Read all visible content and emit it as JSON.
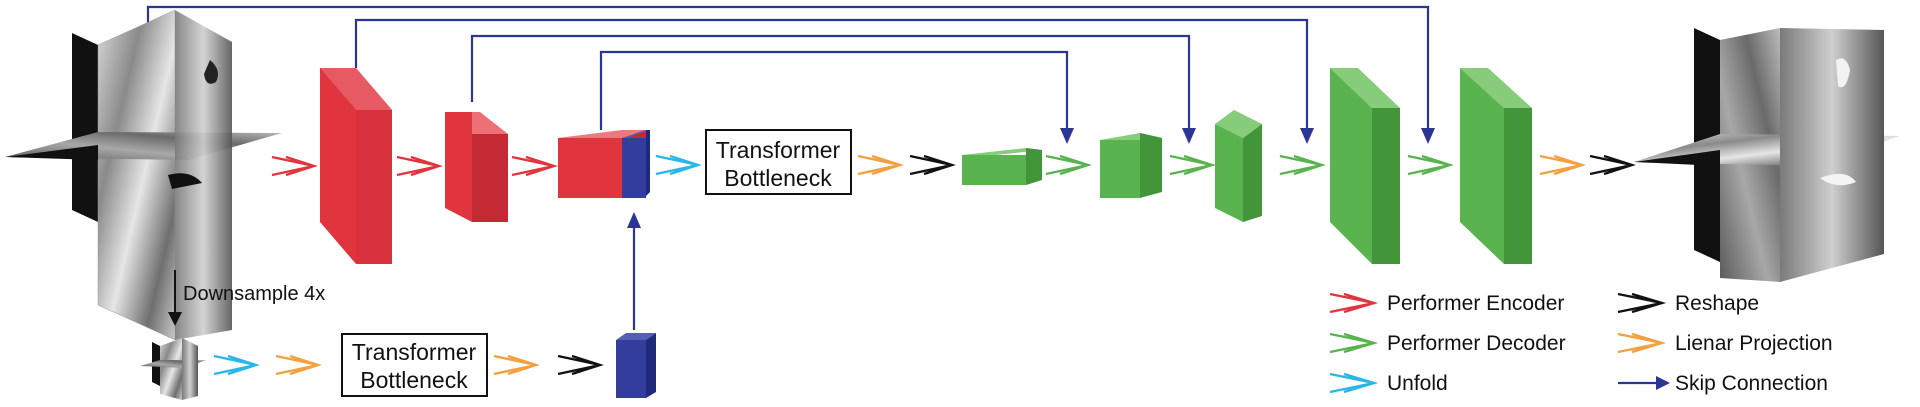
{
  "colors": {
    "encoder": "#e0343f",
    "decoder": "#59b34e",
    "unfold": "#29b6e8",
    "reshape": "#111111",
    "projection": "#f2a041",
    "skip": "#2b3594",
    "token_block": "#323d9c"
  },
  "main_bottleneck": {
    "line1": "Transformer",
    "line2": "Bottleneck"
  },
  "aux_bottleneck": {
    "line1": "Transformer",
    "line2": "Bottleneck"
  },
  "downsample_label": "Downsample 4x",
  "legend": [
    {
      "label": "Performer Encoder",
      "color": "#e0343f",
      "icon": "chevron-arrow-icon"
    },
    {
      "label": "Performer Decoder",
      "color": "#59b34e",
      "icon": "chevron-arrow-icon"
    },
    {
      "label": "Unfold",
      "color": "#29b6e8",
      "icon": "chevron-arrow-icon"
    },
    {
      "label": "Reshape",
      "color": "#111111",
      "icon": "chevron-arrow-icon"
    },
    {
      "label": "Lienar Projection",
      "color": "#f2a041",
      "icon": "chevron-arrow-icon"
    },
    {
      "label": "Skip Connection",
      "color": "#2b3594",
      "icon": "line-arrow-icon"
    }
  ]
}
